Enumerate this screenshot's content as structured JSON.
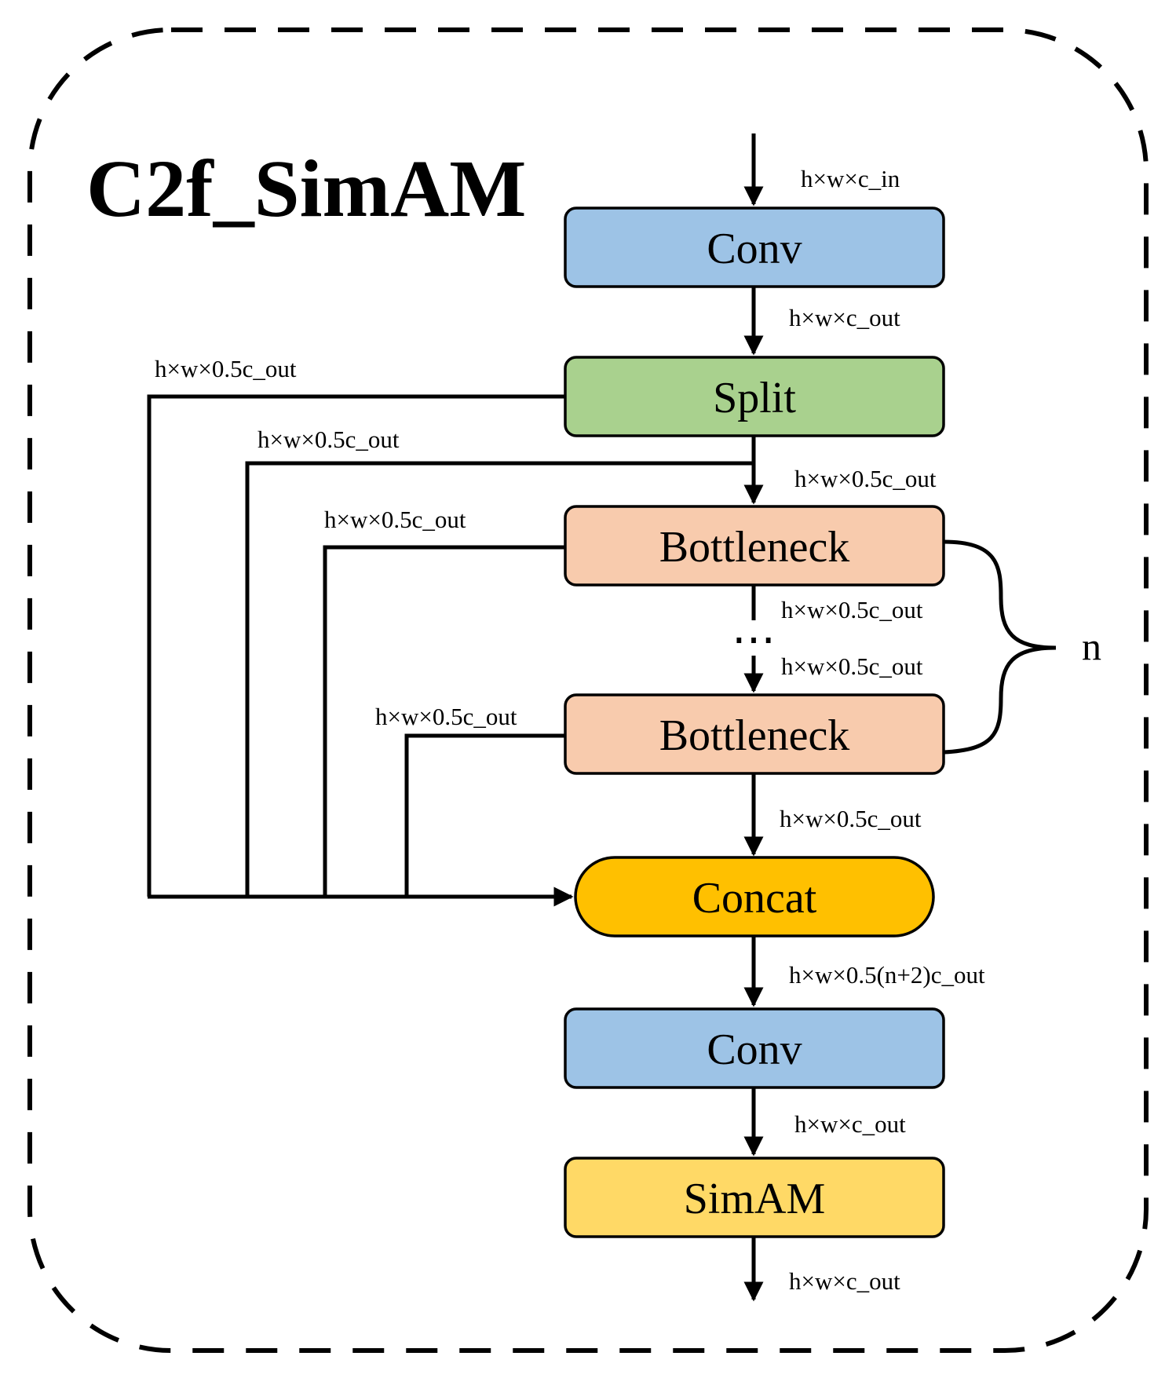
{
  "title": "C2f_SimAM",
  "colors": {
    "conv": "#9dc3e6",
    "split": "#a9d18e",
    "bottleneck": "#f8cbad",
    "concat": "#ffc000",
    "simam": "#ffd966",
    "stroke": "#000000"
  },
  "blocks": {
    "conv1": "Conv",
    "split": "Split",
    "bottleneck1": "Bottleneck",
    "bottleneck2": "Bottleneck",
    "concat": "Concat",
    "conv2": "Conv",
    "simam": "SimAM"
  },
  "dims": {
    "input": "h×w×c_in",
    "conv1_out": "h×w×c_out",
    "split_branch1": "h×w×0.5c_out",
    "split_branch2": "h×w×0.5c_out",
    "split_main": "h×w×0.5c_out",
    "bottleneck1_branch": "h×w×0.5c_out",
    "bottleneck1_out": "h×w×0.5c_out",
    "bottleneck2_in": "h×w×0.5c_out",
    "bottleneck2_branch": "h×w×0.5c_out",
    "bottleneck2_out": "h×w×0.5c_out",
    "concat_out": "h×w×0.5(n+2)c_out",
    "conv2_out": "h×w×c_out",
    "output": "h×w×c_out"
  },
  "ellipsis": "⋯",
  "repeat_label": "n"
}
